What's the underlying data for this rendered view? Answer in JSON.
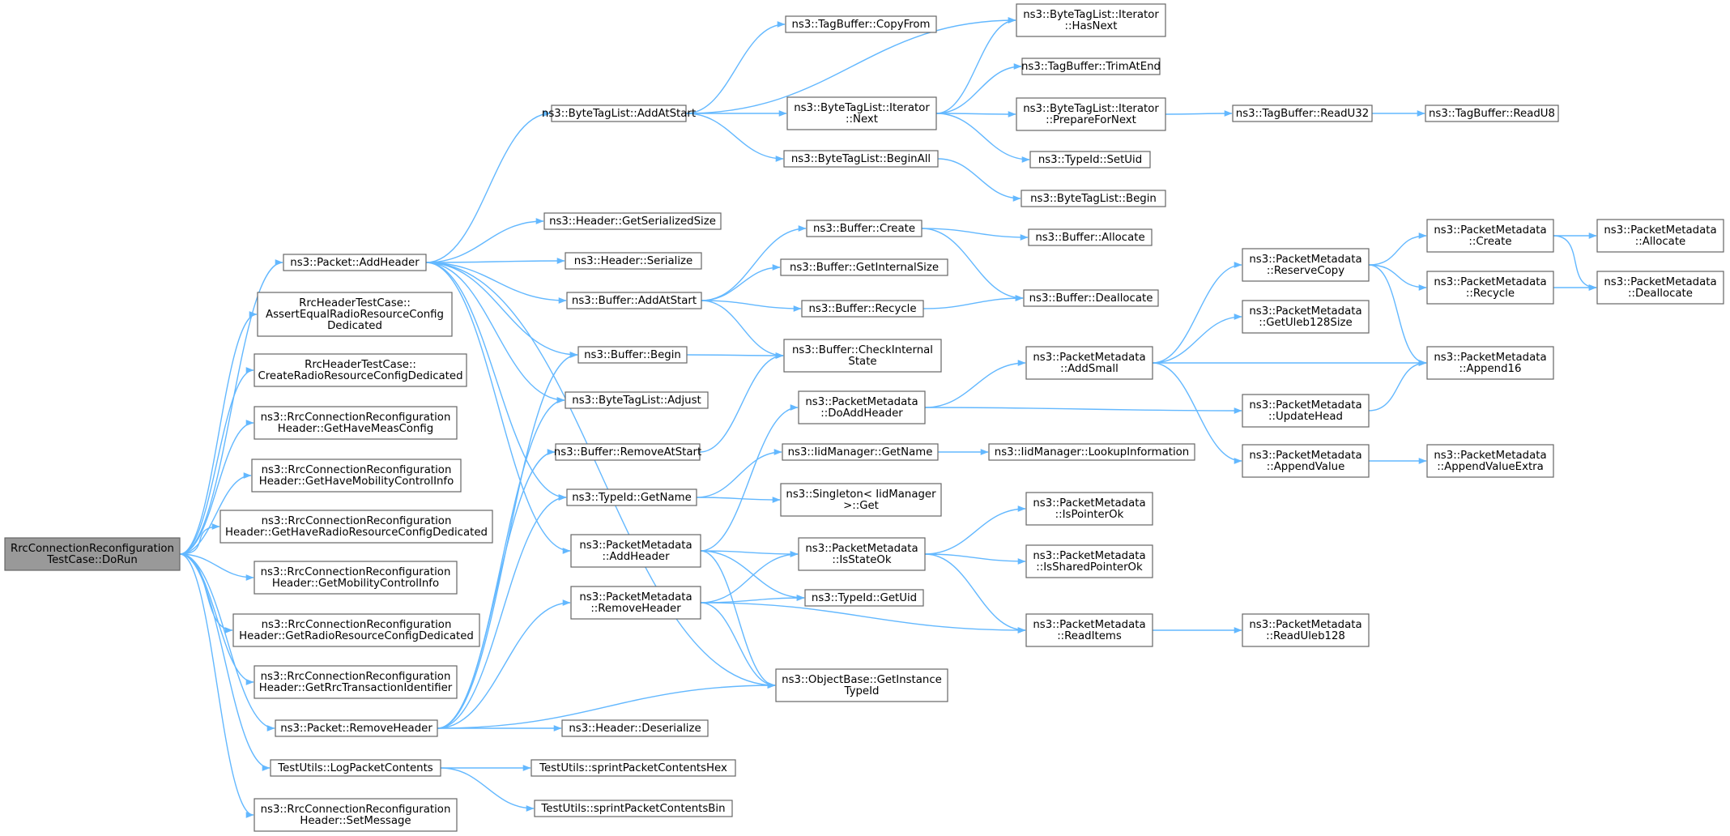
{
  "nodes": {
    "root": [
      "RrcConnectionReconfiguration",
      "TestCase::DoRun"
    ],
    "pkt_addheader": [
      "ns3::Packet::AddHeader"
    ],
    "assert_equal": [
      "RrcHeaderTestCase::",
      "AssertEqualRadioResourceConfig",
      "Dedicated"
    ],
    "create_rrcd": [
      "RrcHeaderTestCase::",
      "CreateRadioResourceConfigDedicated"
    ],
    "get_meas": [
      "ns3::RrcConnectionReconfiguration",
      "Header::GetHaveMeasConfig"
    ],
    "get_havemob": [
      "ns3::RrcConnectionReconfiguration",
      "Header::GetHaveMobilityControlInfo"
    ],
    "get_haverrc": [
      "ns3::RrcConnectionReconfiguration",
      "Header::GetHaveRadioResourceConfigDedicated"
    ],
    "get_mob": [
      "ns3::RrcConnectionReconfiguration",
      "Header::GetMobilityControlInfo"
    ],
    "get_rrcd": [
      "ns3::RrcConnectionReconfiguration",
      "Header::GetRadioResourceConfigDedicated"
    ],
    "get_trans": [
      "ns3::RrcConnectionReconfiguration",
      "Header::GetRrcTransactionIdentifier"
    ],
    "pkt_removeheader": [
      "ns3::Packet::RemoveHeader"
    ],
    "log_pkt": [
      "TestUtils::LogPacketContents"
    ],
    "set_msg": [
      "ns3::RrcConnectionReconfiguration",
      "Header::SetMessage"
    ],
    "btl_addatstart": [
      "ns3::ByteTagList::AddAtStart"
    ],
    "hdr_getser": [
      "ns3::Header::GetSerializedSize"
    ],
    "hdr_serialize": [
      "ns3::Header::Serialize"
    ],
    "buf_addatstart": [
      "ns3::Buffer::AddAtStart"
    ],
    "buf_begin": [
      "ns3::Buffer::Begin"
    ],
    "btl_adjust": [
      "ns3::ByteTagList::Adjust"
    ],
    "buf_removeatstart": [
      "ns3::Buffer::RemoveAtStart"
    ],
    "typeid_getname": [
      "ns3::TypeId::GetName"
    ],
    "pm_addheader": [
      "ns3::PacketMetadata",
      "::AddHeader"
    ],
    "pm_removeheader": [
      "ns3::PacketMetadata",
      "::RemoveHeader"
    ],
    "hdr_deserialize": [
      "ns3::Header::Deserialize"
    ],
    "tu_hex": [
      "TestUtils::sprintPacketContentsHex"
    ],
    "tu_bin": [
      "TestUtils::sprintPacketContentsBin"
    ],
    "tb_copyfrom": [
      "ns3::TagBuffer::CopyFrom"
    ],
    "btli_next": [
      "ns3::ByteTagList::Iterator",
      "::Next"
    ],
    "btl_beginall": [
      "ns3::ByteTagList::BeginAll"
    ],
    "buf_create": [
      "ns3::Buffer::Create"
    ],
    "buf_getinternalsize": [
      "ns3::Buffer::GetInternalSize"
    ],
    "buf_recycle": [
      "ns3::Buffer::Recycle"
    ],
    "buf_checkinternal": [
      "ns3::Buffer::CheckInternal",
      "State"
    ],
    "pm_doaddheader": [
      "ns3::PacketMetadata",
      "::DoAddHeader"
    ],
    "iid_getname": [
      "ns3::IidManager::GetName"
    ],
    "singleton_get": [
      "ns3::Singleton< IidManager",
      ">::Get"
    ],
    "pm_isstateok": [
      "ns3::PacketMetadata",
      "::IsStateOk"
    ],
    "typeid_getuid": [
      "ns3::TypeId::GetUid"
    ],
    "ob_getinstance": [
      "ns3::ObjectBase::GetInstance",
      "TypeId"
    ],
    "btli_hasnext": [
      "ns3::ByteTagList::Iterator",
      "::HasNext"
    ],
    "tb_trimatend": [
      "ns3::TagBuffer::TrimAtEnd"
    ],
    "btli_prepare": [
      "ns3::ByteTagList::Iterator",
      "::PrepareForNext"
    ],
    "typeid_setuid": [
      "ns3::TypeId::SetUid"
    ],
    "btl_begin": [
      "ns3::ByteTagList::Begin"
    ],
    "buf_allocate": [
      "ns3::Buffer::Allocate"
    ],
    "buf_deallocate": [
      "ns3::Buffer::Deallocate"
    ],
    "pm_addsmall": [
      "ns3::PacketMetadata",
      "::AddSmall"
    ],
    "iid_lookup": [
      "ns3::IidManager::LookupInformation"
    ],
    "pm_ispointerok": [
      "ns3::PacketMetadata",
      "::IsPointerOk"
    ],
    "pm_issharedok": [
      "ns3::PacketMetadata",
      "::IsSharedPointerOk"
    ],
    "pm_readitems": [
      "ns3::PacketMetadata",
      "::ReadItems"
    ],
    "tb_readu32": [
      "ns3::TagBuffer::ReadU32"
    ],
    "pm_reservecopy": [
      "ns3::PacketMetadata",
      "::ReserveCopy"
    ],
    "pm_getuleb": [
      "ns3::PacketMetadata",
      "::GetUleb128Size"
    ],
    "pm_updatehead": [
      "ns3::PacketMetadata",
      "::UpdateHead"
    ],
    "pm_appendvalue": [
      "ns3::PacketMetadata",
      "::AppendValue"
    ],
    "pm_readuleb": [
      "ns3::PacketMetadata",
      "::ReadUleb128"
    ],
    "tb_readu8": [
      "ns3::TagBuffer::ReadU8"
    ],
    "pm_create": [
      "ns3::PacketMetadata",
      "::Create"
    ],
    "pm_recycle": [
      "ns3::PacketMetadata",
      "::Recycle"
    ],
    "pm_append16": [
      "ns3::PacketMetadata",
      "::Append16"
    ],
    "pm_appendextra": [
      "ns3::PacketMetadata",
      "::AppendValueExtra"
    ],
    "pm_allocate": [
      "ns3::PacketMetadata",
      "::Allocate"
    ],
    "pm_deallocate": [
      "ns3::PacketMetadata",
      "::Deallocate"
    ]
  },
  "edges": [
    [
      "root",
      "pkt_addheader"
    ],
    [
      "root",
      "assert_equal"
    ],
    [
      "root",
      "create_rrcd"
    ],
    [
      "root",
      "get_meas"
    ],
    [
      "root",
      "get_havemob"
    ],
    [
      "root",
      "get_haverrc"
    ],
    [
      "root",
      "get_mob"
    ],
    [
      "root",
      "get_rrcd"
    ],
    [
      "root",
      "get_trans"
    ],
    [
      "root",
      "pkt_removeheader"
    ],
    [
      "root",
      "log_pkt"
    ],
    [
      "root",
      "set_msg"
    ],
    [
      "pkt_addheader",
      "btl_addatstart"
    ],
    [
      "pkt_addheader",
      "hdr_getser"
    ],
    [
      "pkt_addheader",
      "hdr_serialize"
    ],
    [
      "pkt_addheader",
      "buf_addatstart"
    ],
    [
      "pkt_addheader",
      "buf_begin"
    ],
    [
      "pkt_addheader",
      "btl_adjust"
    ],
    [
      "pkt_addheader",
      "typeid_getname"
    ],
    [
      "pkt_addheader",
      "pm_addheader"
    ],
    [
      "pkt_addheader",
      "ob_getinstance"
    ],
    [
      "pkt_removeheader",
      "buf_begin"
    ],
    [
      "pkt_removeheader",
      "btl_adjust"
    ],
    [
      "pkt_removeheader",
      "buf_removeatstart"
    ],
    [
      "pkt_removeheader",
      "typeid_getname"
    ],
    [
      "pkt_removeheader",
      "pm_removeheader"
    ],
    [
      "pkt_removeheader",
      "hdr_deserialize"
    ],
    [
      "pkt_removeheader",
      "ob_getinstance"
    ],
    [
      "log_pkt",
      "tu_hex"
    ],
    [
      "log_pkt",
      "tu_bin"
    ],
    [
      "btl_addatstart",
      "tb_copyfrom"
    ],
    [
      "btl_addatstart",
      "btli_hasnext"
    ],
    [
      "btl_addatstart",
      "btli_next"
    ],
    [
      "btl_addatstart",
      "btl_beginall"
    ],
    [
      "buf_addatstart",
      "buf_create"
    ],
    [
      "buf_addatstart",
      "buf_getinternalsize"
    ],
    [
      "buf_addatstart",
      "buf_recycle"
    ],
    [
      "buf_addatstart",
      "buf_checkinternal"
    ],
    [
      "buf_begin",
      "buf_checkinternal"
    ],
    [
      "buf_removeatstart",
      "buf_checkinternal"
    ],
    [
      "typeid_getname",
      "iid_getname"
    ],
    [
      "typeid_getname",
      "singleton_get"
    ],
    [
      "pm_addheader",
      "pm_doaddheader"
    ],
    [
      "pm_addheader",
      "pm_isstateok"
    ],
    [
      "pm_addheader",
      "typeid_getuid"
    ],
    [
      "pm_addheader",
      "ob_getinstance"
    ],
    [
      "pm_removeheader",
      "pm_isstateok"
    ],
    [
      "pm_removeheader",
      "typeid_getuid"
    ],
    [
      "pm_removeheader",
      "pm_readitems"
    ],
    [
      "pm_removeheader",
      "ob_getinstance"
    ],
    [
      "btli_next",
      "btli_hasnext"
    ],
    [
      "btli_next",
      "tb_trimatend"
    ],
    [
      "btli_next",
      "btli_prepare"
    ],
    [
      "btli_next",
      "typeid_setuid"
    ],
    [
      "btl_beginall",
      "btl_begin"
    ],
    [
      "buf_create",
      "buf_allocate"
    ],
    [
      "buf_create",
      "buf_deallocate"
    ],
    [
      "buf_recycle",
      "buf_deallocate"
    ],
    [
      "pm_doaddheader",
      "pm_addsmall"
    ],
    [
      "pm_doaddheader",
      "pm_updatehead"
    ],
    [
      "iid_getname",
      "iid_lookup"
    ],
    [
      "pm_isstateok",
      "pm_ispointerok"
    ],
    [
      "pm_isstateok",
      "pm_issharedok"
    ],
    [
      "pm_isstateok",
      "pm_readitems"
    ],
    [
      "btli_prepare",
      "tb_readu32"
    ],
    [
      "tb_readu32",
      "tb_readu8"
    ],
    [
      "pm_addsmall",
      "pm_reservecopy"
    ],
    [
      "pm_addsmall",
      "pm_getuleb"
    ],
    [
      "pm_addsmall",
      "pm_append16"
    ],
    [
      "pm_addsmall",
      "pm_appendvalue"
    ],
    [
      "pm_readitems",
      "pm_readuleb"
    ],
    [
      "pm_reservecopy",
      "pm_create"
    ],
    [
      "pm_reservecopy",
      "pm_recycle"
    ],
    [
      "pm_reservecopy",
      "pm_append16"
    ],
    [
      "pm_updatehead",
      "pm_append16"
    ],
    [
      "pm_appendvalue",
      "pm_appendextra"
    ],
    [
      "pm_create",
      "pm_allocate"
    ],
    [
      "pm_create",
      "pm_deallocate"
    ],
    [
      "pm_recycle",
      "pm_deallocate"
    ]
  ],
  "colors": {
    "edge": "#63b8ff",
    "node_border": "#666666",
    "root_fill": "#999999",
    "node_fill": "#ffffff"
  }
}
